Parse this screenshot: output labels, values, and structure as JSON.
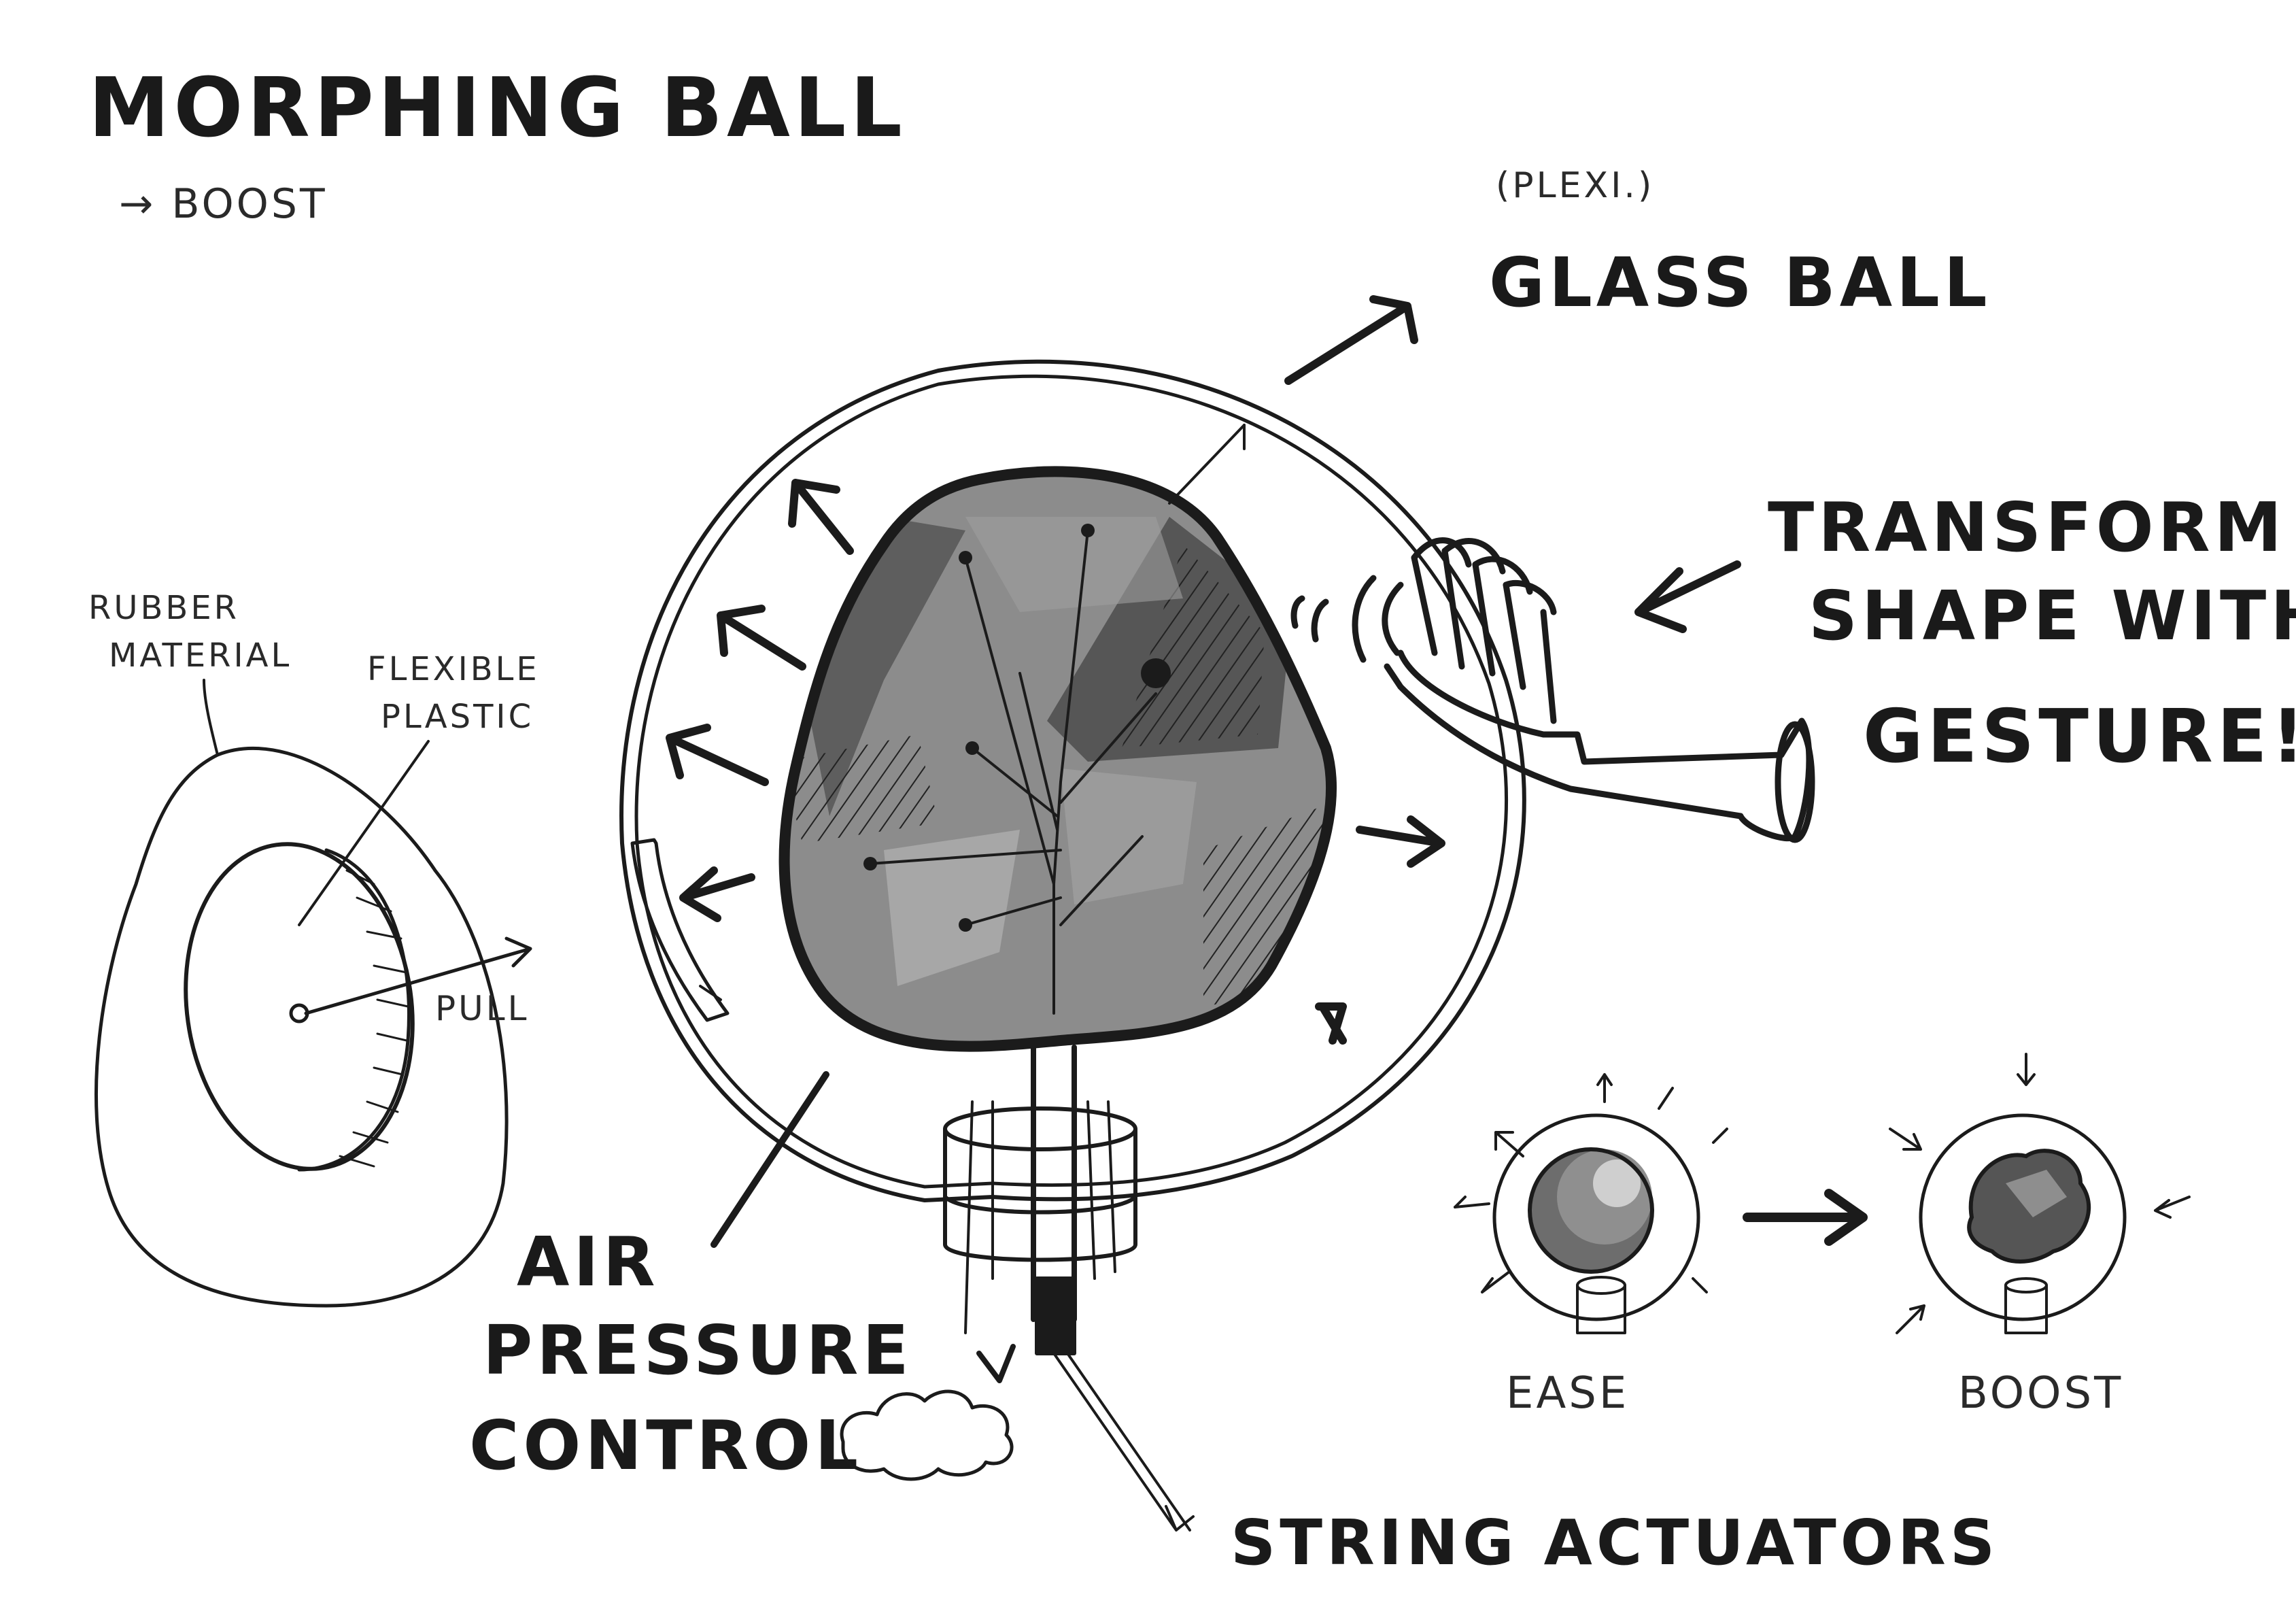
{
  "title": "MORPHING BALL",
  "subtitle": "→ BOOST",
  "labels": {
    "plexi": "(PLEXI.)",
    "glass_ball": "GLASS BALL",
    "transform_1": "TRANSFORM",
    "transform_2": "SHAPE WITH",
    "transform_3": "GESTURE!",
    "rubber_1": "RUBBER",
    "rubber_2": "MATERIAL",
    "flexible_1": "FLEXIBLE",
    "flexible_2": "PLASTIC",
    "pull": "PULL",
    "air_1": "AIR",
    "air_2": "PRESSURE",
    "air_3": "CONTROL",
    "string_actuators": "STRING ACTUATORS",
    "ease": "EASE",
    "boost": "BOOST"
  },
  "colors": {
    "ink": "#1b1b1b",
    "marker_gray": "#7d7d7d",
    "marker_dark": "#4a4a4a",
    "paper": "#ffffff"
  }
}
